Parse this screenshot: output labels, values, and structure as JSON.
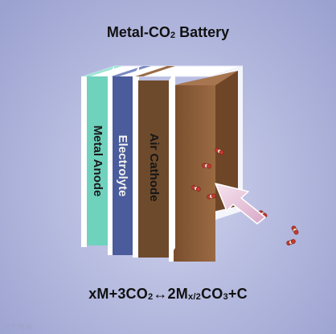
{
  "title": {
    "prefix": "Metal-CO",
    "sub": "2",
    "suffix": " Battery"
  },
  "layers": [
    {
      "label": "Metal Anode",
      "color": "#6fd2bd"
    },
    {
      "label": "Electrolyte",
      "color": "#4a5c9b"
    },
    {
      "label": "Air Cathode",
      "color": "#6e4a2c"
    }
  ],
  "equation": {
    "p1": "xM+3CO",
    "s1": "2",
    "p2": "↔2M",
    "s2": "x/2",
    "p3": "CO",
    "s3": "3",
    "p4": "+C"
  },
  "watermark": "光大电站",
  "colors": {
    "background": "#b7bce0",
    "frame": "#ffffff",
    "cathode_block": "#8a5a36",
    "molecule_red": "#c43b2c",
    "arrow": "#e9c9dd"
  }
}
